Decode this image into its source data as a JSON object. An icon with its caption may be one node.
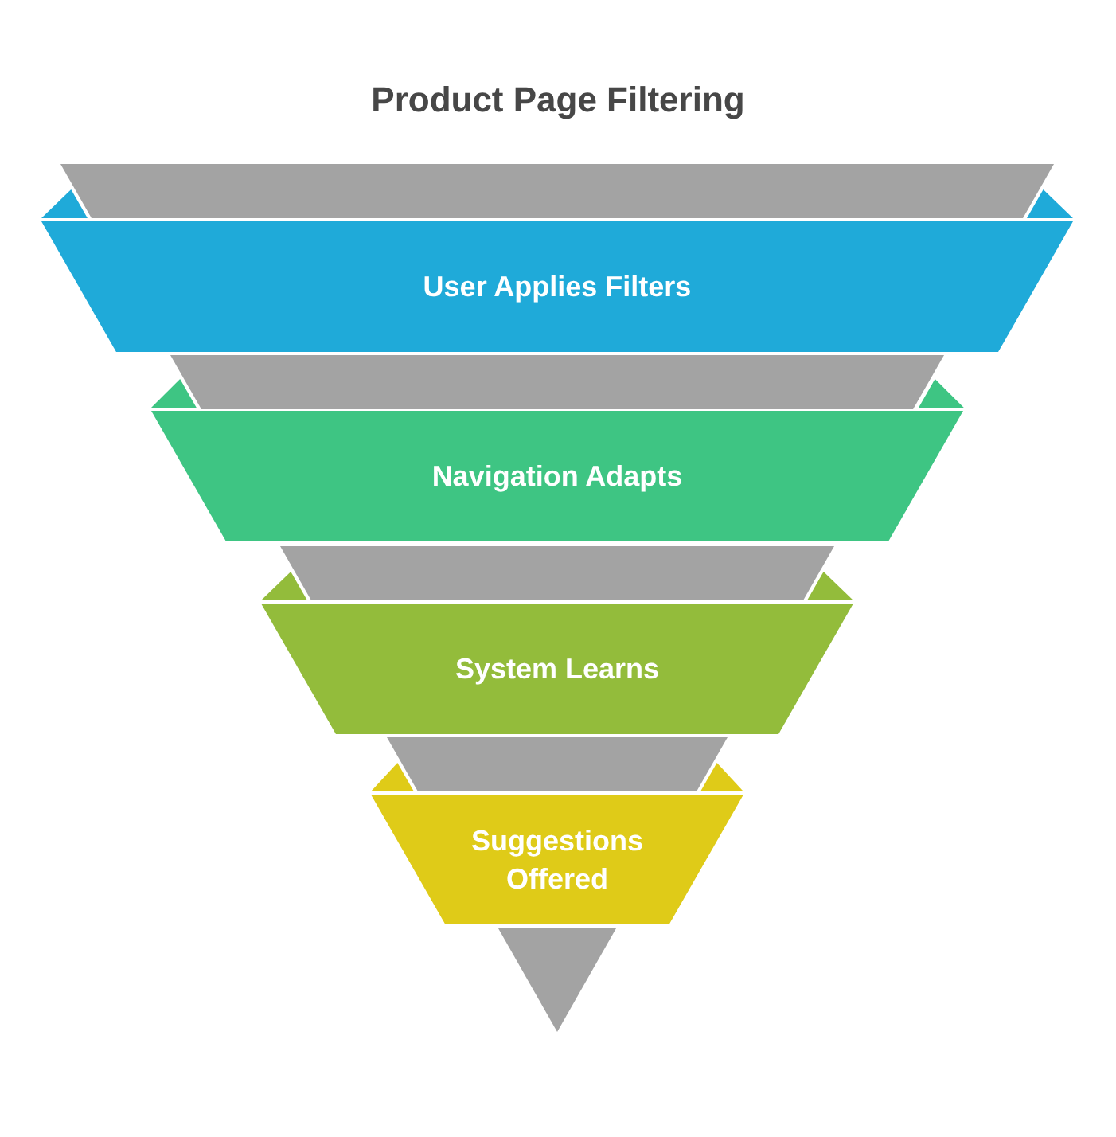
{
  "diagram": {
    "title": "Product Page Filtering",
    "nodes": [
      {
        "text": [],
        "shape": "trapezoid"
      },
      {
        "text": [
          "User Applies Filters"
        ]
      },
      {
        "text": [],
        "shape": "trapezoid"
      },
      {
        "text": [
          "Navigation Adapts"
        ]
      },
      {
        "text": [],
        "shape": "trapezoid"
      },
      {
        "text": [
          "System Learns"
        ]
      },
      {
        "text": [],
        "shape": "trapezoid"
      },
      {
        "text": [
          "Suggestions Offered"
        ]
      },
      {
        "text": [],
        "shape": "triangle"
      }
    ]
  }
}
